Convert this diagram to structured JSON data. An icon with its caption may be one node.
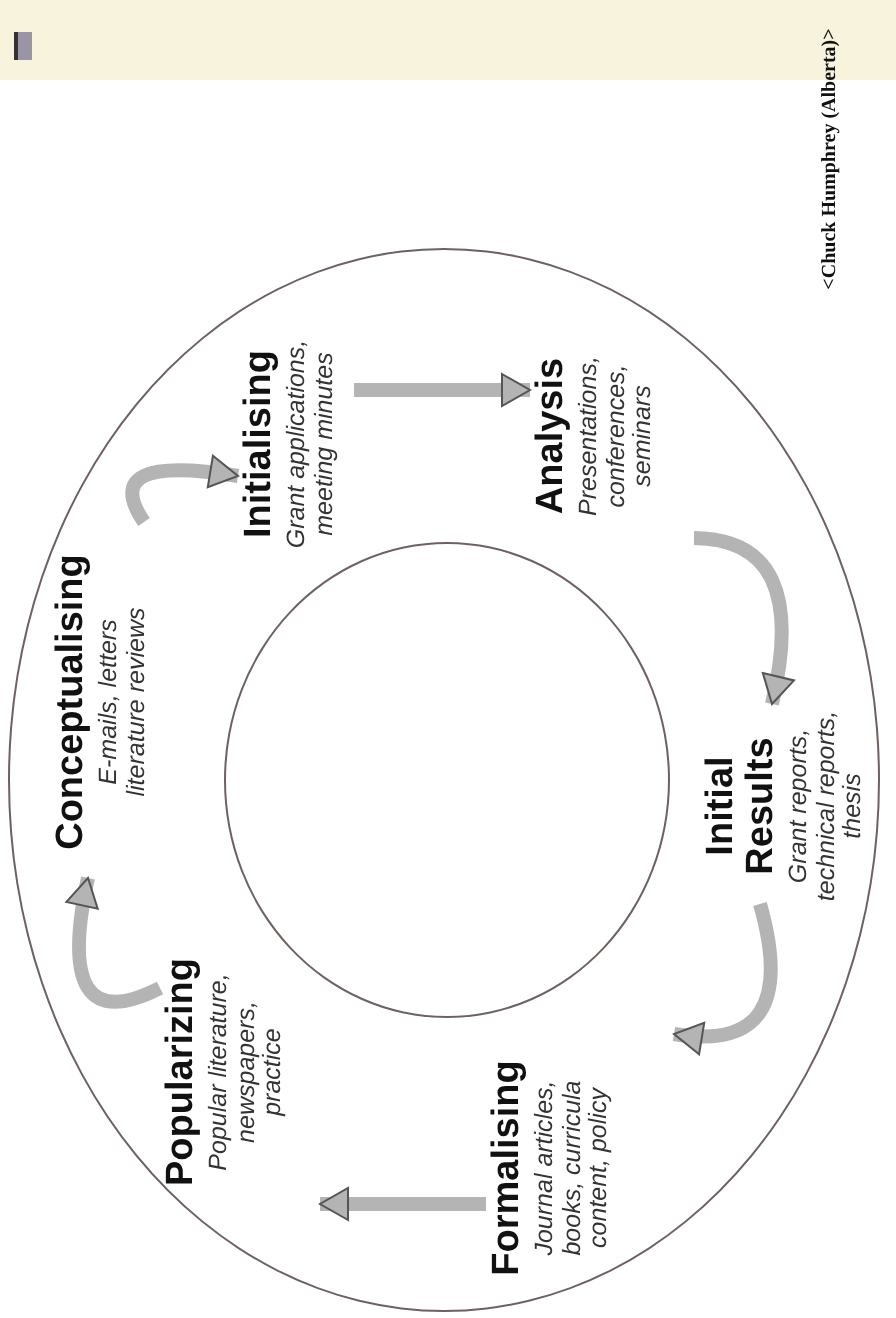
{
  "diagram": {
    "nodes": [
      {
        "text": [],
        "shape": "circle"
      },
      {
        "text": [],
        "shape": "circle",
        "in": 0
      },
      {
        "text": [
          "Conceptualising",
          "E-mails, letters literature reviews"
        ],
        "in": 0
      },
      {
        "text": [
          "Initialising",
          "Grant applications, meeting minutes"
        ],
        "in": 0
      },
      {
        "text": [
          "Analysis",
          "Presentations, conferences, seminars"
        ],
        "in": 0
      },
      {
        "text": [
          "Initial Results",
          "Grant reports, technical reports, thesis"
        ],
        "in": 0
      },
      {
        "text": [
          "Formalising",
          "Journal articles, books, curricula content, policy"
        ],
        "in": 0
      },
      {
        "text": [
          "Popularizing",
          "Popular literature, newspapers, practice"
        ],
        "in": 0
      }
    ],
    "edges": [
      {
        "from": 2,
        "to": 3,
        "arrow": "to"
      },
      {
        "from": 3,
        "to": 4,
        "arrow": "to"
      },
      {
        "from": 4,
        "to": 5,
        "arrow": "to"
      },
      {
        "from": 5,
        "to": 6,
        "arrow": "to"
      },
      {
        "from": 6,
        "to": 7,
        "arrow": "to"
      },
      {
        "from": 7,
        "to": 2,
        "arrow": "to"
      }
    ],
    "labels": [
      "<Chuck Humphrey (Alberta)>"
    ]
  }
}
